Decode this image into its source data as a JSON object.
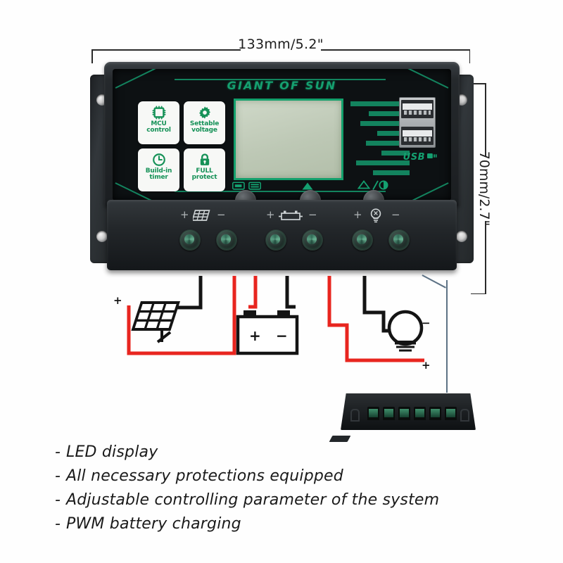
{
  "product": {
    "brand": "GIANT OF SUN",
    "usb_label": "USB",
    "dimensions": {
      "width_label": "133mm/5.2\"",
      "height_label": "70mm/2.7\""
    },
    "badges": [
      {
        "icon": "chip-icon",
        "line1": "MCU",
        "line2": "control"
      },
      {
        "icon": "gear-icon",
        "line1": "Settable",
        "line2": "voltage"
      },
      {
        "icon": "clock-icon",
        "line1": "Build-in",
        "line2": "timer"
      },
      {
        "icon": "lock-icon",
        "line1": "FULL",
        "line2": "protect"
      }
    ],
    "buttons": [
      {
        "name": "menu-button",
        "icon": "battery-mode-icon"
      },
      {
        "name": "up-button",
        "icon": "triangle-up-icon"
      },
      {
        "name": "light-button",
        "icon": "triangle-light-icon"
      }
    ],
    "terminals": [
      {
        "group": "solar",
        "icon": "solar-panel-icon",
        "plus": "+",
        "minus": "−"
      },
      {
        "group": "battery",
        "icon": "battery-icon",
        "plus": "+",
        "minus": "−"
      },
      {
        "group": "load",
        "icon": "bulb-icon",
        "plus": "+",
        "minus": "−"
      }
    ],
    "colors": {
      "brand_green": "#14a070",
      "stripe_green": "#13835e",
      "lcd_face": "#c4cfba",
      "case_dark": "#1b1e21",
      "wire_positive": "#e8251f",
      "wire_negative": "#141414",
      "leader_line": "#5d7285"
    }
  },
  "wiring": {
    "solar": {
      "label": "solar-panel",
      "plus": "+",
      "minus": "−"
    },
    "battery": {
      "label": "battery",
      "plus": "+",
      "minus": "−"
    },
    "load": {
      "label": "light-bulb",
      "plus": "+",
      "minus": "−"
    }
  },
  "side_view": {
    "label": "terminal-side-view",
    "terminal_count": 6
  },
  "features": [
    "LED display",
    "All necessary protections equipped",
    "Adjustable controlling parameter of the system",
    "PWM battery charging"
  ]
}
